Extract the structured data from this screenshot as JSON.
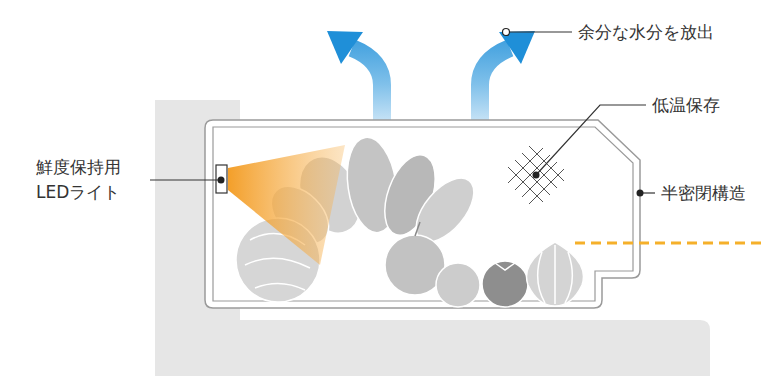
{
  "diagram": {
    "labels": [
      "余分な水分を放出",
      "低温保存",
      "半密閉構造",
      "鮮度保持用 LEDライト"
    ]
  }
}
